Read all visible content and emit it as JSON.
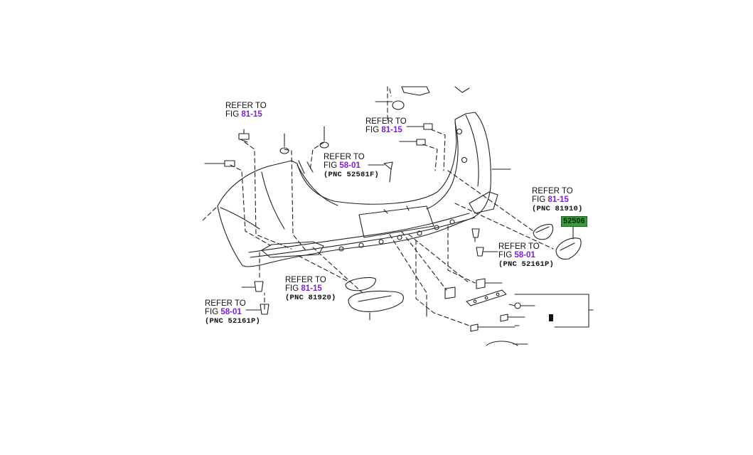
{
  "callouts": [
    {
      "id": "c1",
      "refer": "REFER TO",
      "fig_prefix": "FIG ",
      "fig": "81-15",
      "pnc": ""
    },
    {
      "id": "c2",
      "refer": "REFER TO",
      "fig_prefix": "FIG ",
      "fig": "81-15",
      "pnc": ""
    },
    {
      "id": "c3",
      "refer": "REFER TO",
      "fig_prefix": "FIG ",
      "fig": "58-01",
      "pnc": "(PNC 52581F)"
    },
    {
      "id": "c4",
      "refer": "REFER TO",
      "fig_prefix": "FIG ",
      "fig": "81-15",
      "pnc": "(PNC 81910)"
    },
    {
      "id": "c5",
      "refer": "REFER TO",
      "fig_prefix": "FIG ",
      "fig": "58-01",
      "pnc": "(PNC 52161P)"
    },
    {
      "id": "c6",
      "refer": "REFER TO",
      "fig_prefix": "FIG ",
      "fig": "81-15",
      "pnc": "(PNC 81920)"
    },
    {
      "id": "c7",
      "refer": "REFER TO",
      "fig_prefix": "FIG ",
      "fig": "58-01",
      "pnc": "(PNC 52161P)"
    }
  ],
  "part_tag": "52506",
  "colors": {
    "fig_number": "#7a1fd6",
    "part_tag_bg": "#3c9a3c",
    "line": "#222222"
  }
}
